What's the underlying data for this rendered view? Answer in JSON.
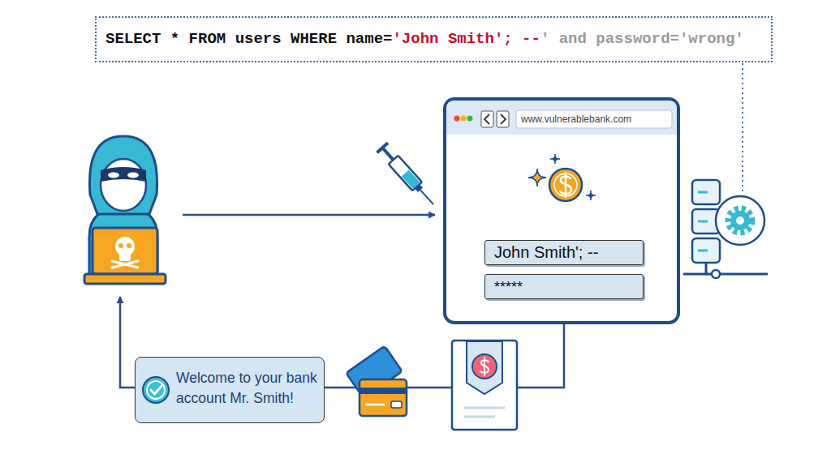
{
  "diagram": {
    "nodes": [
      {
        "text": [
          "SELECT * FROM users WHERE name=",
          "'John Smith'; --",
          "' and password='wrong'"
        ]
      },
      {
        "text": [
          "www.vulnerablebank.com"
        ]
      },
      {
        "text": [
          "John Smith'; --"
        ],
        "in": 1
      },
      {
        "text": [
          "*****"
        ],
        "in": 1
      },
      {
        "text": [
          "Welcome to your bank account Mr. Smith!"
        ]
      }
    ],
    "edges": [
      {
        "from": 1,
        "to": 4,
        "arrow": "none"
      }
    ]
  }
}
